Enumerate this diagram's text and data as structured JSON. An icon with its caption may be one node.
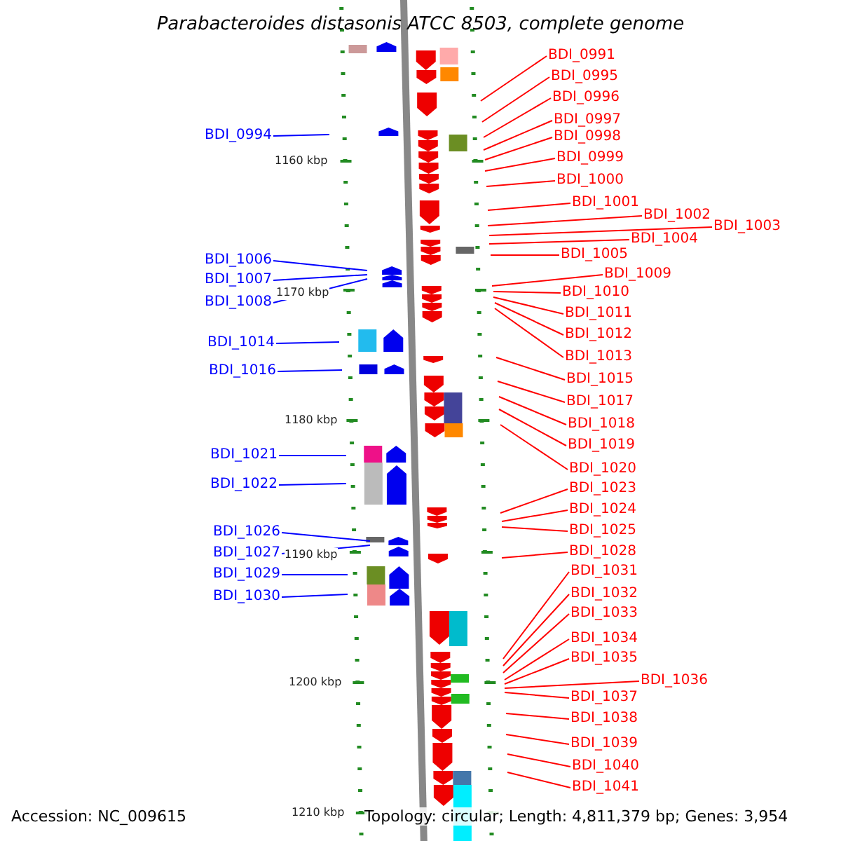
{
  "diagram": {
    "title": "Parabacteroides distasonis ATCC 8503, complete genome",
    "nodes": [
      {
        "text": [
          "BDI_0991"
        ]
      },
      {
        "text": [
          "BDI_0995"
        ]
      },
      {
        "text": [
          "BDI_0996"
        ]
      },
      {
        "text": [
          "BDI_0997"
        ]
      },
      {
        "text": [
          "BDI_0994"
        ]
      },
      {
        "text": [
          "BDI_0998"
        ]
      },
      {
        "text": [
          "BDI_0999"
        ]
      },
      {
        "text": [
          "BDI_1000"
        ]
      },
      {
        "text": [
          "BDI_1001"
        ]
      },
      {
        "text": [
          "BDI_1002"
        ]
      },
      {
        "text": [
          "BDI_1003"
        ]
      },
      {
        "text": [
          "BDI_1004"
        ]
      },
      {
        "text": [
          "BDI_1005"
        ]
      },
      {
        "text": [
          "BDI_1006"
        ]
      },
      {
        "text": [
          "BDI_1009"
        ]
      },
      {
        "text": [
          "BDI_1007"
        ]
      },
      {
        "text": [
          "BDI_1010"
        ]
      },
      {
        "text": [
          "BDI_1008"
        ]
      },
      {
        "text": [
          "BDI_1011"
        ]
      },
      {
        "text": [
          "BDI_1012"
        ]
      },
      {
        "text": [
          "BDI_1014"
        ]
      },
      {
        "text": [
          "BDI_1013"
        ]
      },
      {
        "text": [
          "BDI_1016"
        ]
      },
      {
        "text": [
          "BDI_1015"
        ]
      },
      {
        "text": [
          "BDI_1017"
        ]
      },
      {
        "text": [
          "BDI_1018"
        ]
      },
      {
        "text": [
          "BDI_1019"
        ]
      },
      {
        "text": [
          "BDI_1021"
        ]
      },
      {
        "text": [
          "BDI_1020"
        ]
      },
      {
        "text": [
          "BDI_1022"
        ]
      },
      {
        "text": [
          "BDI_1023"
        ]
      },
      {
        "text": [
          "BDI_1024"
        ]
      },
      {
        "text": [
          "BDI_1025"
        ]
      },
      {
        "text": [
          "BDI_1026"
        ]
      },
      {
        "text": [
          "BDI_1028"
        ]
      },
      {
        "text": [
          "BDI_1027"
        ]
      },
      {
        "text": [
          "BDI_1031"
        ]
      },
      {
        "text": [
          "BDI_1029"
        ]
      },
      {
        "text": [
          "BDI_1032"
        ]
      },
      {
        "text": [
          "BDI_1030"
        ]
      },
      {
        "text": [
          "BDI_1033"
        ]
      },
      {
        "text": [
          "BDI_1034"
        ]
      },
      {
        "text": [
          "BDI_1035"
        ]
      },
      {
        "text": [
          "BDI_1036"
        ]
      },
      {
        "text": [
          "BDI_1037"
        ]
      },
      {
        "text": [
          "BDI_1038"
        ]
      },
      {
        "text": [
          "BDI_1039"
        ]
      },
      {
        "text": [
          "BDI_1040"
        ]
      },
      {
        "text": [
          "BDI_1041"
        ]
      }
    ],
    "edges": [
      {
        "from": 0,
        "to": null,
        "arrow": "none"
      },
      {
        "from": 1,
        "to": null,
        "arrow": "none"
      },
      {
        "from": 2,
        "to": null,
        "arrow": "none"
      },
      {
        "from": 3,
        "to": null,
        "arrow": "none"
      },
      {
        "from": 4,
        "to": null,
        "arrow": "none",
        "color": "#0000ff"
      },
      {
        "from": 5,
        "to": null,
        "arrow": "none"
      },
      {
        "from": 6,
        "to": null,
        "arrow": "none"
      },
      {
        "from": 7,
        "to": null,
        "arrow": "none"
      },
      {
        "from": 8,
        "to": null,
        "arrow": "none"
      },
      {
        "from": 9,
        "to": null,
        "arrow": "none"
      },
      {
        "from": 10,
        "to": null,
        "arrow": "none"
      },
      {
        "from": 11,
        "to": null,
        "arrow": "none"
      },
      {
        "from": 12,
        "to": null,
        "arrow": "none"
      },
      {
        "from": 13,
        "to": null,
        "arrow": "none",
        "color": "#0000ff"
      },
      {
        "from": 14,
        "to": null,
        "arrow": "none"
      },
      {
        "from": 15,
        "to": null,
        "arrow": "none",
        "color": "#0000ff"
      },
      {
        "from": 16,
        "to": null,
        "arrow": "none"
      },
      {
        "from": 17,
        "to": null,
        "arrow": "none",
        "color": "#0000ff"
      },
      {
        "from": 18,
        "to": null,
        "arrow": "none"
      },
      {
        "from": 19,
        "to": null,
        "arrow": "none"
      },
      {
        "from": 20,
        "to": null,
        "arrow": "none",
        "color": "#0000ff"
      },
      {
        "from": 21,
        "to": null,
        "arrow": "none"
      },
      {
        "from": 22,
        "to": null,
        "arrow": "none",
        "color": "#0000ff"
      },
      {
        "from": 23,
        "to": null,
        "arrow": "none"
      },
      {
        "from": 24,
        "to": null,
        "arrow": "none"
      },
      {
        "from": 25,
        "to": null,
        "arrow": "none"
      },
      {
        "from": 26,
        "to": null,
        "arrow": "none"
      },
      {
        "from": 27,
        "to": null,
        "arrow": "none",
        "color": "#0000ff"
      },
      {
        "from": 28,
        "to": null,
        "arrow": "none"
      },
      {
        "from": 29,
        "to": null,
        "arrow": "none",
        "color": "#0000ff"
      },
      {
        "from": 30,
        "to": null,
        "arrow": "none"
      },
      {
        "from": 31,
        "to": null,
        "arrow": "none"
      },
      {
        "from": 32,
        "to": null,
        "arrow": "none"
      },
      {
        "from": 33,
        "to": null,
        "arrow": "none",
        "color": "#0000ff"
      },
      {
        "from": 34,
        "to": null,
        "arrow": "none"
      },
      {
        "from": 35,
        "to": null,
        "arrow": "none",
        "color": "#0000ff"
      },
      {
        "from": 36,
        "to": null,
        "arrow": "none"
      },
      {
        "from": 37,
        "to": null,
        "arrow": "none",
        "color": "#0000ff"
      },
      {
        "from": 38,
        "to": null,
        "arrow": "none"
      },
      {
        "from": 39,
        "to": null,
        "arrow": "none",
        "color": "#0000ff"
      },
      {
        "from": 40,
        "to": null,
        "arrow": "none"
      },
      {
        "from": 41,
        "to": null,
        "arrow": "none"
      },
      {
        "from": 42,
        "to": null,
        "arrow": "none"
      },
      {
        "from": 43,
        "to": null,
        "arrow": "none"
      },
      {
        "from": 44,
        "to": null,
        "arrow": "none"
      },
      {
        "from": 45,
        "to": null,
        "arrow": "none"
      },
      {
        "from": 46,
        "to": null,
        "arrow": "none"
      },
      {
        "from": 47,
        "to": null,
        "arrow": "none"
      },
      {
        "from": 48,
        "to": null,
        "arrow": "none"
      }
    ],
    "labels": [
      "1160 kbp",
      "1170 kbp",
      "1180 kbp",
      "1190 kbp",
      "1200 kbp",
      "Accession: NC_009615",
      "1210 kbp",
      "Topology: circular; Length: 4,811,379 bp; Genes: 3,954"
    ]
  }
}
